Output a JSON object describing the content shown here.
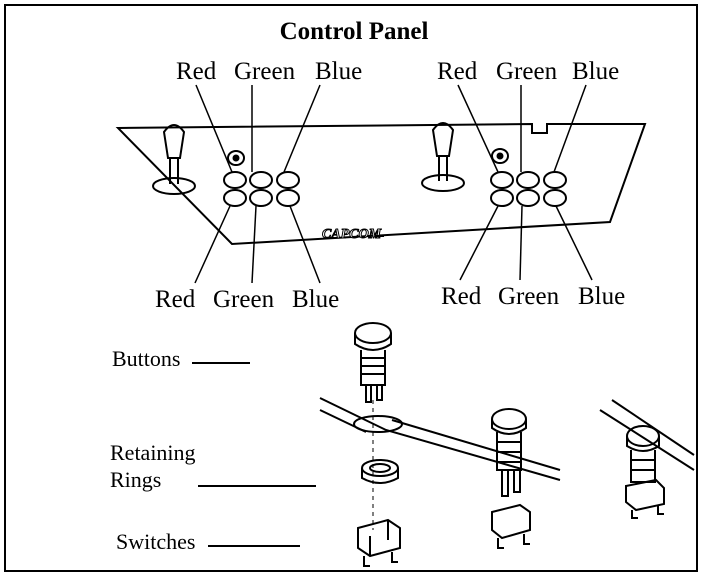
{
  "title": "Control Panel",
  "player1": {
    "top_labels": {
      "red": "Red",
      "green": "Green",
      "blue": "Blue"
    },
    "bottom_labels": {
      "red": "Red",
      "green": "Green",
      "blue": "Blue"
    }
  },
  "player2": {
    "top_labels": {
      "red": "Red",
      "green": "Green",
      "blue": "Blue"
    },
    "bottom_labels": {
      "red": "Red",
      "green": "Green",
      "blue": "Blue"
    }
  },
  "logo_text": "CAPCOM",
  "parts": {
    "buttons": "Buttons",
    "retaining_line1": "Retaining",
    "retaining_line2": "Rings",
    "switches": "Switches"
  }
}
